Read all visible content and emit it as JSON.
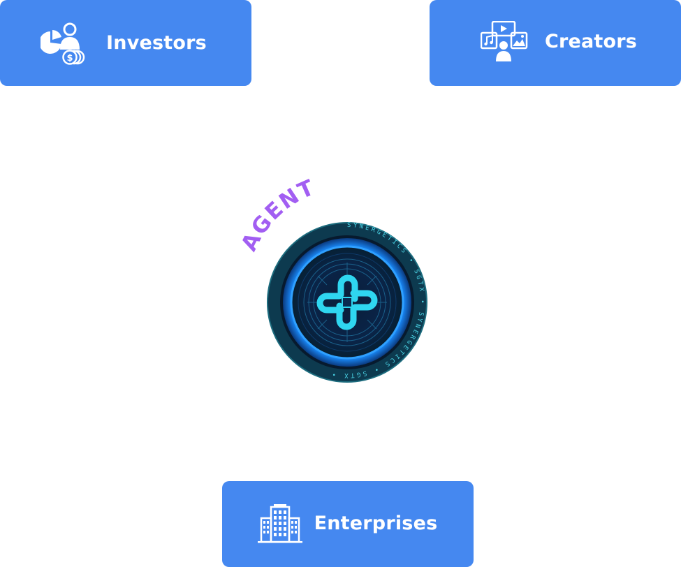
{
  "cards": {
    "investors": {
      "label": "Investors",
      "icon": "investor-icon"
    },
    "creators": {
      "label": "Creators",
      "icon": "creator-media-icon"
    },
    "enterprises": {
      "label": "Enterprises",
      "icon": "enterprise-building-icon"
    }
  },
  "center": {
    "agent_label": "AGENT",
    "ring_text": "SYNERGETICS • SGTX • SYNERGETICS • SGTX •",
    "logo": "sgtx-coin-logo"
  },
  "colors": {
    "card_bg": "#4588f0",
    "card_text": "#ffffff",
    "agent_text": "#a25ef2",
    "coin_cyan": "#2fd6f0",
    "coin_dark": "#0a2a50"
  }
}
